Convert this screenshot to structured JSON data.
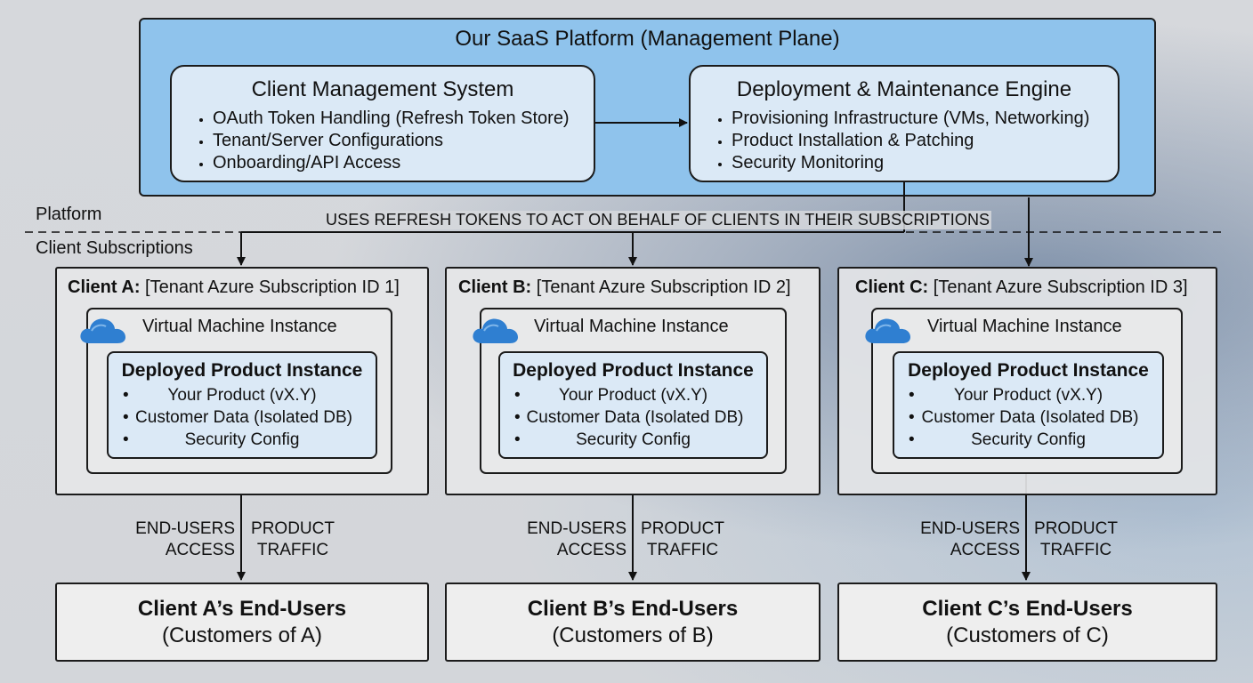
{
  "platform": {
    "title": "Our SaaS Platform (Management Plane)",
    "client_mgmt": {
      "title": "Client Management System",
      "items": [
        "OAuth Token Handling (Refresh Token Store)",
        "Tenant/Server Configurations",
        "Onboarding/API Access"
      ]
    },
    "deploy_engine": {
      "title": "Deployment & Maintenance Engine",
      "items": [
        "Provisioning Infrastructure (VMs, Networking)",
        "Product Installation & Patching",
        "Security Monitoring"
      ]
    }
  },
  "boundary": {
    "platform_label": "Platform",
    "subscriptions_label": "Client Subscriptions",
    "uses_label": "USES REFRESH TOKENS TO ACT ON BEHALF OF CLIENTS IN THEIR SUBSCRIPTIONS"
  },
  "clients": [
    {
      "name": "Client A:",
      "subscription": "[Tenant Azure Subscription ID 1]",
      "vm_label": "Virtual Machine Instance",
      "product_title": "Deployed Product Instance",
      "product_items": [
        "Your Product (vX.Y)",
        "Customer Data (Isolated DB)",
        "Security Config"
      ],
      "flow_left": [
        "END-USERS",
        "ACCESS"
      ],
      "flow_right": [
        "PRODUCT",
        "TRAFFIC"
      ],
      "enduser_title": "Client A’s End-Users",
      "enduser_sub": "(Customers of A)"
    },
    {
      "name": "Client B:",
      "subscription": "[Tenant Azure Subscription ID 2]",
      "vm_label": "Virtual Machine Instance",
      "product_title": "Deployed Product Instance",
      "product_items": [
        "Your Product (vX.Y)",
        "Customer Data (Isolated DB)",
        "Security Config"
      ],
      "flow_left": [
        "END-USERS",
        "ACCESS"
      ],
      "flow_right": [
        "PRODUCT",
        "TRAFFIC"
      ],
      "enduser_title": "Client B’s End-Users",
      "enduser_sub": "(Customers of B)"
    },
    {
      "name": "Client C:",
      "subscription": "[Tenant Azure Subscription ID 3]",
      "vm_label": "Virtual Machine Instance",
      "product_title": "Deployed Product Instance",
      "product_items": [
        "Your Product (vX.Y)",
        "Customer Data (Isolated DB)",
        "Security Config"
      ],
      "flow_left": [
        "END-USERS",
        "ACCESS"
      ],
      "flow_right": [
        "PRODUCT",
        "TRAFFIC"
      ],
      "enduser_title": "Client C’s End-Users",
      "enduser_sub": "(Customers of C)"
    }
  ],
  "colors": {
    "platform_fill": "#8fc3ec",
    "inner_fill": "#dbe9f6",
    "card_fill": "#e4e5e7",
    "cloud_icon": "#2f7fd1"
  },
  "icons": {
    "vm": "cloud-icon"
  }
}
